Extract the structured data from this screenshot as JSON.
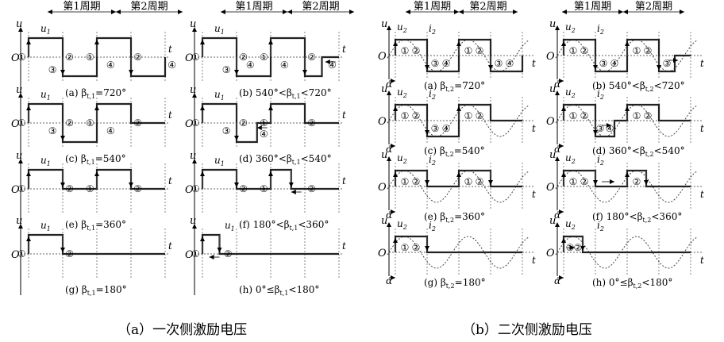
{
  "period1": "第1周期",
  "period2": "第2周期",
  "axis_u": "u",
  "axis_t": "t",
  "axis_O": "O",
  "label_alpha": "α",
  "primary": {
    "caption": "（a）一次侧激励电压",
    "voltage_label": "u",
    "voltage_sub": "1",
    "panels": [
      {
        "caption": "(a)  β",
        "sub": "t,1",
        "tail": "=720°"
      },
      {
        "caption": "(b)  540°<β",
        "sub": "t,1",
        "tail": "<720°"
      },
      {
        "caption": "(c)  β",
        "sub": "t,1",
        "tail": "=540°"
      },
      {
        "caption": "(d)  360°<β",
        "sub": "t,1",
        "tail": "<540°"
      },
      {
        "caption": "(e)  β",
        "sub": "t,1",
        "tail": "=360°"
      },
      {
        "caption": "(f)  180°<β",
        "sub": "t,1",
        "tail": "<360°"
      },
      {
        "caption": "(g)  β",
        "sub": "t,1",
        "tail": "=180°"
      },
      {
        "caption": "(h)  0°≤β",
        "sub": "t,1",
        "tail": "<180°"
      }
    ]
  },
  "secondary": {
    "caption": "（b）二次侧激励电压",
    "voltage_label": "u",
    "voltage_sub": "2",
    "current_label": "i",
    "current_sub": "2",
    "panels": [
      {
        "caption": "(a)  β",
        "sub": "t,2",
        "tail": "=720°"
      },
      {
        "caption": "(b)  540°<β",
        "sub": "t,2",
        "tail": "<720°"
      },
      {
        "caption": "(c)  β",
        "sub": "t,2",
        "tail": "=540°"
      },
      {
        "caption": "(d)  360°<β",
        "sub": "t,2",
        "tail": "<540°"
      },
      {
        "caption": "(e)  β",
        "sub": "t,2",
        "tail": "=360°"
      },
      {
        "caption": "(f)  180°<β",
        "sub": "t,2",
        "tail": "<360°"
      },
      {
        "caption": "(g)  β",
        "sub": "t,2",
        "tail": "=180°"
      },
      {
        "caption": "(h)  0°≤β",
        "sub": "t,2",
        "tail": "<180°"
      }
    ]
  },
  "markers": [
    "①",
    "②",
    "③",
    "④"
  ]
}
